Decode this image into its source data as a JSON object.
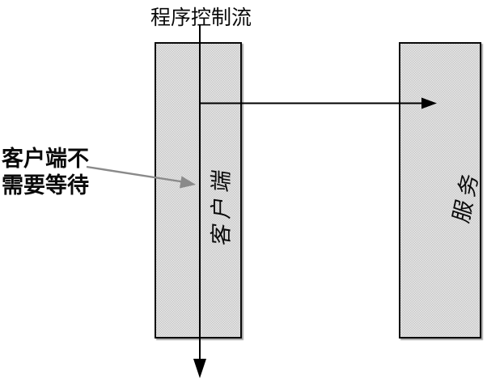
{
  "diagram": {
    "title": "程序控制流",
    "client_box_label": "客户端",
    "service_box_label": "服务",
    "annotation_line1": "客户端不",
    "annotation_line2": "需要等待"
  },
  "icons": {
    "program_flow_arrow": "down-arrow",
    "service_call_arrow": "right-arrow",
    "annotation_arrow": "gray-right-arrow"
  },
  "colors": {
    "box_fill": "#e0e0e0",
    "box_border": "#0a0a0a",
    "flow_line": "#000000",
    "annotation_arrow": "#8a8a8a",
    "text": "#0a0a0a",
    "background": "#ffffff"
  }
}
